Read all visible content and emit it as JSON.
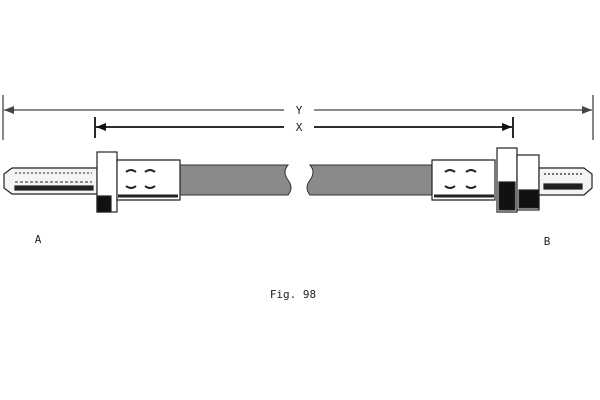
{
  "dimensions": {
    "overall_label": "Y",
    "fitting_span_label": "X"
  },
  "ends": {
    "left": "A",
    "right": "B"
  },
  "caption": "Fig. 98",
  "colors": {
    "line": "#222222",
    "hose": "#8a8a8a",
    "fill_dark": "#111111"
  }
}
